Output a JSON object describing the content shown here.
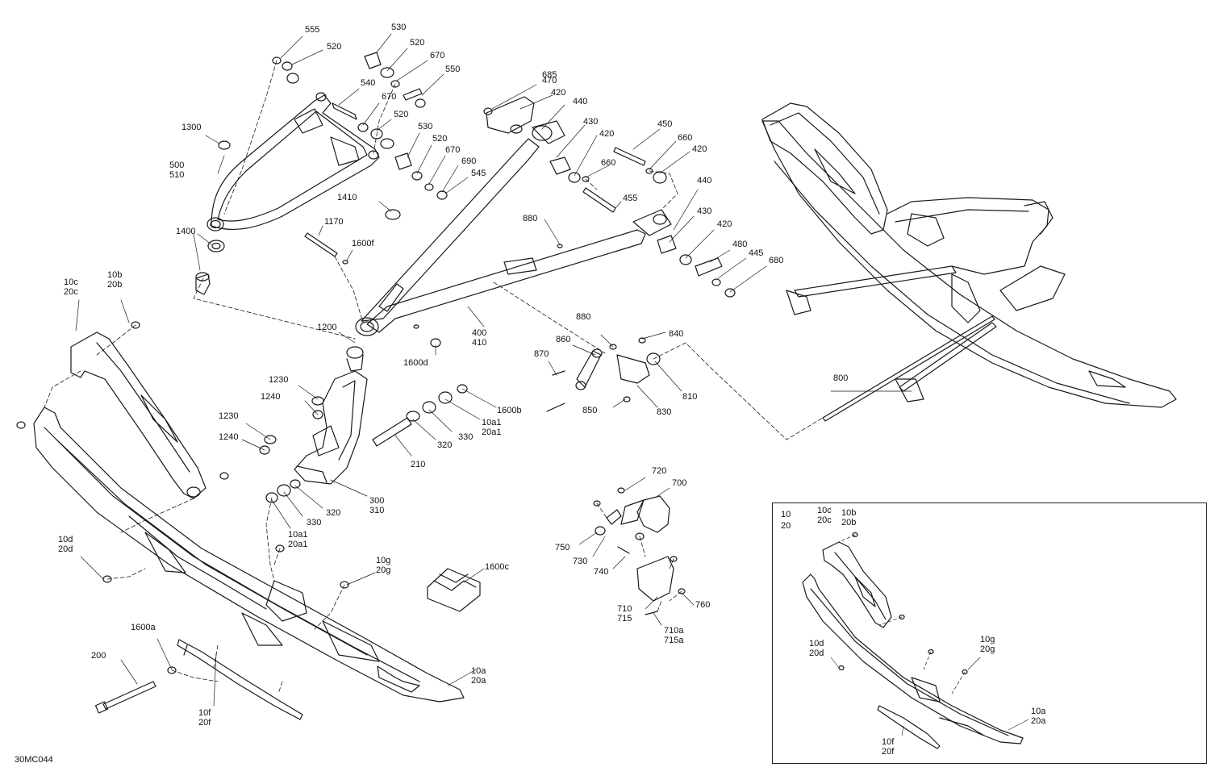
{
  "figure_id": "30MC044",
  "inset": {
    "title_lines": [
      "10",
      "20"
    ]
  },
  "callouts": {
    "c555": "555",
    "c520a": "520",
    "c530a": "530",
    "c520b": "520",
    "c670a": "670",
    "c550": "550",
    "c540": "540",
    "c670b": "670",
    "c520c": "520",
    "c530b": "530",
    "c520d": "520",
    "c670c": "670",
    "c690": "690",
    "c545": "545",
    "c1300": "1300",
    "c500": "500\n510",
    "c1410": "1410",
    "c1170": "1170",
    "c1600f": "1600f",
    "c1400": "1400",
    "c685": "685",
    "c470": "470",
    "c420a": "420",
    "c440a": "440",
    "c430a": "430",
    "c420b": "420",
    "c660a": "660",
    "c455": "455",
    "c450": "450",
    "c660b": "660",
    "c420c": "420",
    "c440b": "440",
    "c430b": "430",
    "c420d": "420",
    "c480": "480",
    "c445": "445",
    "c680": "680",
    "c880a": "880",
    "c400": "400\n410",
    "c1200": "1200",
    "c1600d": "1600d",
    "c10c": "10c\n20c",
    "c10b": "10b\n20b",
    "c1230a": "1230",
    "c1240a": "1240",
    "c1230b": "1230",
    "c1240b": "1240",
    "c1600b": "1600b",
    "c10a1a": "10a1\n20a1",
    "c330a": "330",
    "c320a": "320",
    "c210": "210",
    "c300": "300\n310",
    "c320b": "320",
    "c330b": "330",
    "c10a1b": "10a1\n20a1",
    "c880b": "880",
    "c840": "840",
    "c860": "860",
    "c870": "870",
    "c810": "810",
    "c850": "850",
    "c830": "830",
    "c800": "800",
    "c720": "720",
    "c700": "700",
    "c750": "750",
    "c730": "730",
    "c740": "740",
    "c710": "710\n715",
    "c710a": "710a\n715a",
    "c760": "760",
    "c1600c": "1600c",
    "c10d": "10d\n20d",
    "c10g": "10g\n20g",
    "c1600a": "1600a",
    "c200": "200",
    "c10f": "10f\n20f",
    "c10a": "10a\n20a",
    "i10c": "10c\n20c",
    "i10b": "10b\n20b",
    "i10d": "10d\n20d",
    "i10g": "10g\n20g",
    "i10f": "10f\n20f",
    "i10a": "10a\n20a"
  }
}
